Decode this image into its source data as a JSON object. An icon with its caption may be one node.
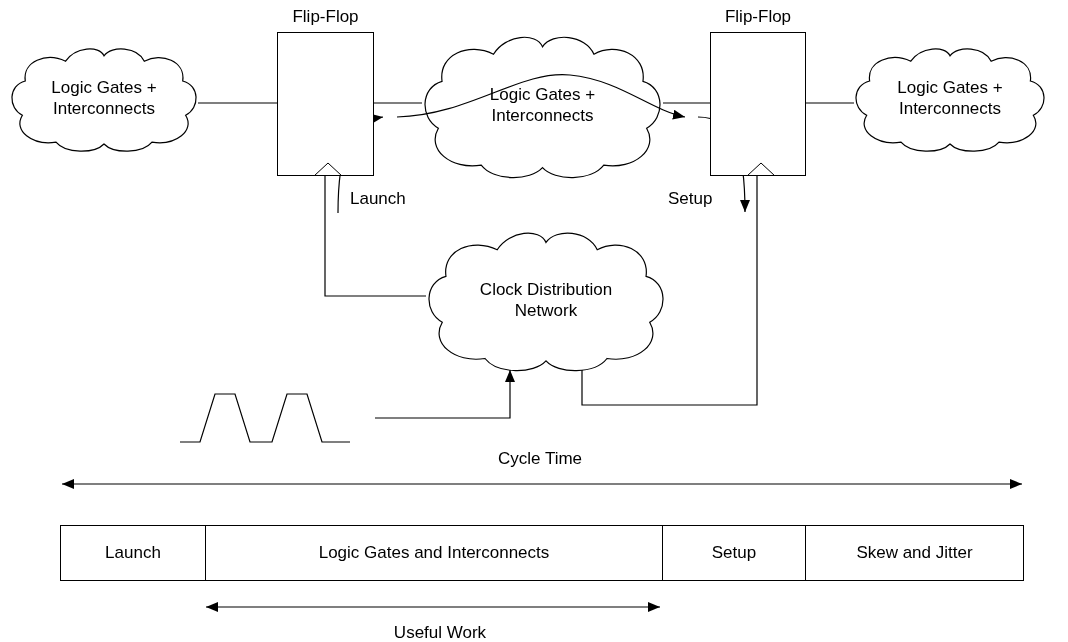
{
  "diagram": {
    "nodes": [
      {
        "text": [
          "Logic Gates + Interconnects"
        ]
      },
      {
        "text": [
          "Flip-Flop"
        ]
      },
      {
        "text": [
          "Logic Gates + Interconnects"
        ]
      },
      {
        "text": [
          "Flip-Flop"
        ]
      },
      {
        "text": [
          "Logic Gates + Interconnects"
        ]
      },
      {
        "text": [
          "Clock Distribution Network"
        ]
      },
      {
        "text": [
          "Launch"
        ]
      },
      {
        "text": [
          "Logic Gates and Interconnects"
        ]
      },
      {
        "text": [
          "Setup"
        ]
      },
      {
        "text": [
          "Skew and Jitter"
        ]
      }
    ],
    "edges": [
      {
        "from": 0,
        "to": 1,
        "arrow": "none"
      },
      {
        "from": 1,
        "to": 2,
        "arrow": "none"
      },
      {
        "from": 2,
        "to": 3,
        "arrow": "none"
      },
      {
        "from": 3,
        "to": 4,
        "arrow": "none"
      },
      {
        "from": 5,
        "to": 1,
        "arrow": "none"
      },
      {
        "from": 5,
        "to": 3,
        "arrow": "none"
      },
      {
        "from": null,
        "to": 5,
        "arrow": "to"
      }
    ],
    "labels": [
      "Launch",
      "Setup",
      "Cycle Time",
      "Useful Work"
    ]
  }
}
